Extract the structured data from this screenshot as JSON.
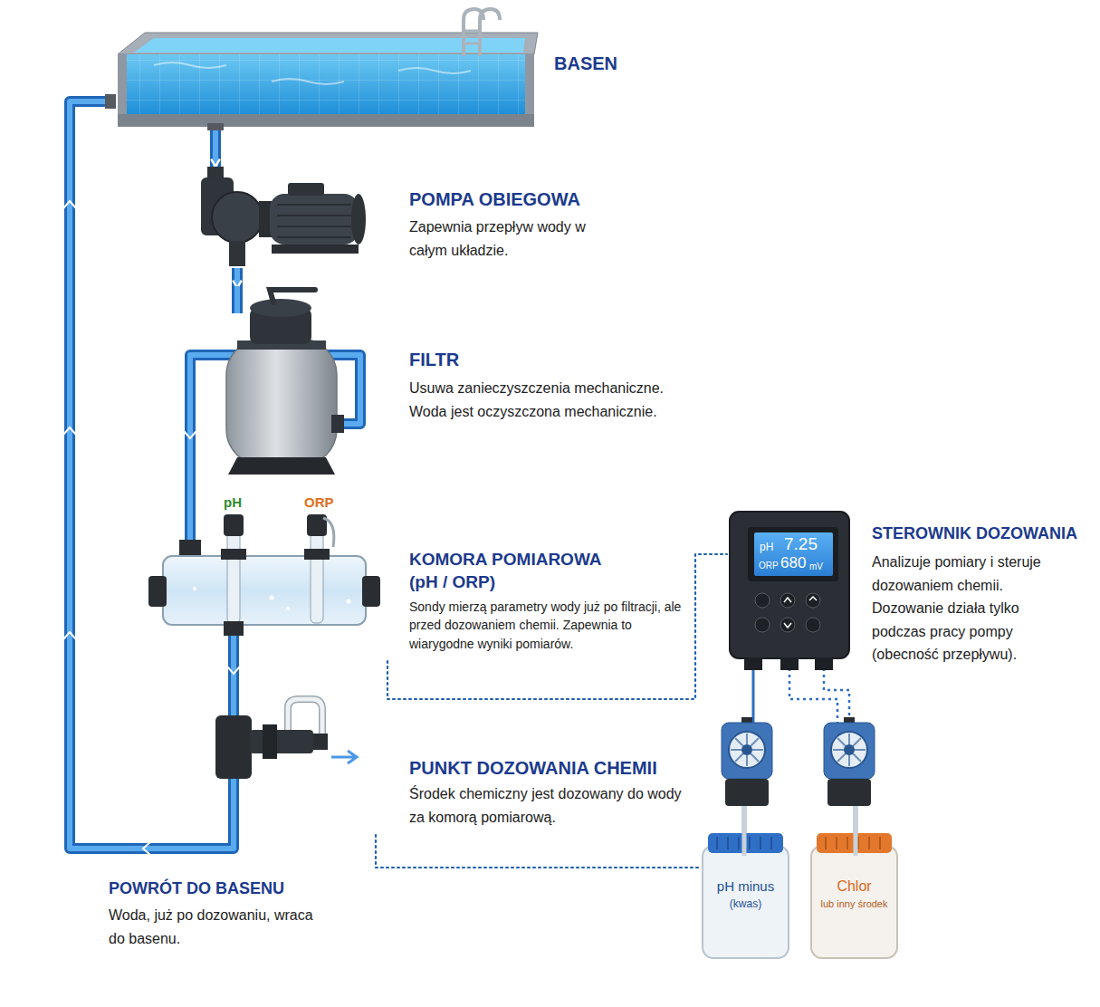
{
  "diagram": {
    "nodes": [
      {
        "text": [
          "BASEN"
        ]
      },
      {
        "text": [
          "POMPA OBIEGOWA",
          "Zapewnia przepływ wody w całym układzie."
        ]
      },
      {
        "text": [
          "FILTR",
          "Usuwa zanieczyszczenia mechaniczne. Woda jest oczyszczona mechanicznie."
        ]
      },
      {
        "text": [
          "KOMORA POMIAROWA (pH / ORP)",
          "Sondy mierzą parametry wody już po filtracji, ale przed dozowaniem chemii. Zapewnia to wiarygodne wyniki pomiarów."
        ]
      },
      {
        "text": [
          "PUNKT DOZOWANIA CHEMII",
          "Środek chemiczny jest dozowany do wody za komorą pomiarową."
        ]
      },
      {
        "text": [
          "STEROWNIK DOZOWANIA",
          "Analizuje pomiary i steruje dozowaniem chemii. Dozowanie działa tylko podczas pracy pompy (obecność przepływu)."
        ]
      },
      {
        "text": [
          "pH minus",
          "(kwas)"
        ]
      },
      {
        "text": [
          "Chlor",
          "lub inny środek"
        ]
      }
    ],
    "edges": [
      {
        "from": 0,
        "to": 1,
        "arrow": "to"
      },
      {
        "from": 1,
        "to": 2,
        "arrow": "to"
      },
      {
        "from": 2,
        "to": 3,
        "arrow": "to"
      },
      {
        "from": 3,
        "to": 4,
        "arrow": "to"
      },
      {
        "from": 4,
        "to": 0,
        "arrow": "to"
      },
      {
        "from": 3,
        "to": 5,
        "arrow": "none"
      },
      {
        "from": 4,
        "to": 6,
        "arrow": "none"
      }
    ],
    "labels": [
      "pH",
      "ORP",
      "pH",
      "7.25",
      "ORP",
      "680",
      "mV",
      "POWRÓT DO BASENU",
      "Woda, już po dozowaniu, wraca do basenu."
    ]
  }
}
